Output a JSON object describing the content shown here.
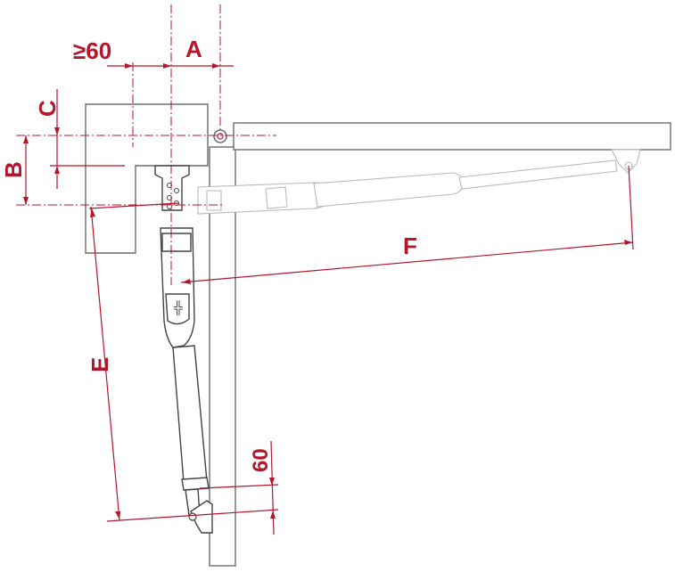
{
  "colors": {
    "dimension": "#b5152b",
    "outline": "#4a4a4a",
    "ghost": "#bdbdbd"
  },
  "labels": {
    "min_gap": "≥60",
    "a": "A",
    "b": "B",
    "c": "C",
    "e": "E",
    "f": "F",
    "gap_bottom": "60"
  }
}
